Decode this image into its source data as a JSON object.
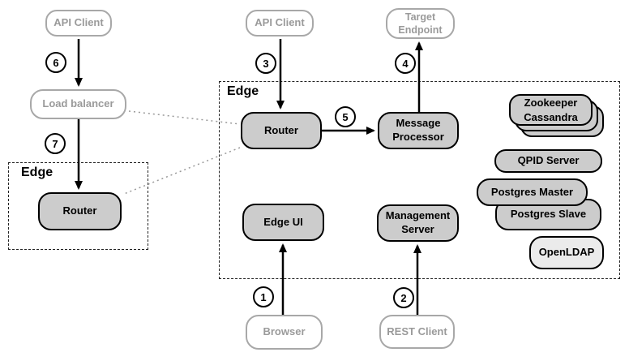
{
  "colors": {
    "node_fill": "#cccccc",
    "node_border": "#000000",
    "node_text": "#000000",
    "external_border": "#a8a8a8",
    "external_text": "#9a9a9a",
    "openldap_fill": "#ebebeb",
    "connector": "#000000",
    "dotted_connector": "#999999"
  },
  "nodes": {
    "api_client_left": "API Client",
    "load_balancer": "Load balancer",
    "api_client_mid": "API Client",
    "target_endpoint": "Target Endpoint",
    "browser": "Browser",
    "rest_client": "REST Client",
    "router_left": "Router",
    "router_main": "Router",
    "message_processor": "Message Processor",
    "edge_ui": "Edge UI",
    "management_server": "Management Server",
    "zookeeper_cassandra": "Zookeeper Cassandra",
    "qpid_server": "QPID Server",
    "postgres_master": "Postgres Master",
    "postgres_slave": "Postgres Slave",
    "openldap": "OpenLDAP"
  },
  "groups": {
    "edge_left_label": "Edge",
    "edge_main_label": "Edge"
  },
  "steps": {
    "s1": "1",
    "s2": "2",
    "s3": "3",
    "s4": "4",
    "s5": "5",
    "s6": "6",
    "s7": "7"
  }
}
